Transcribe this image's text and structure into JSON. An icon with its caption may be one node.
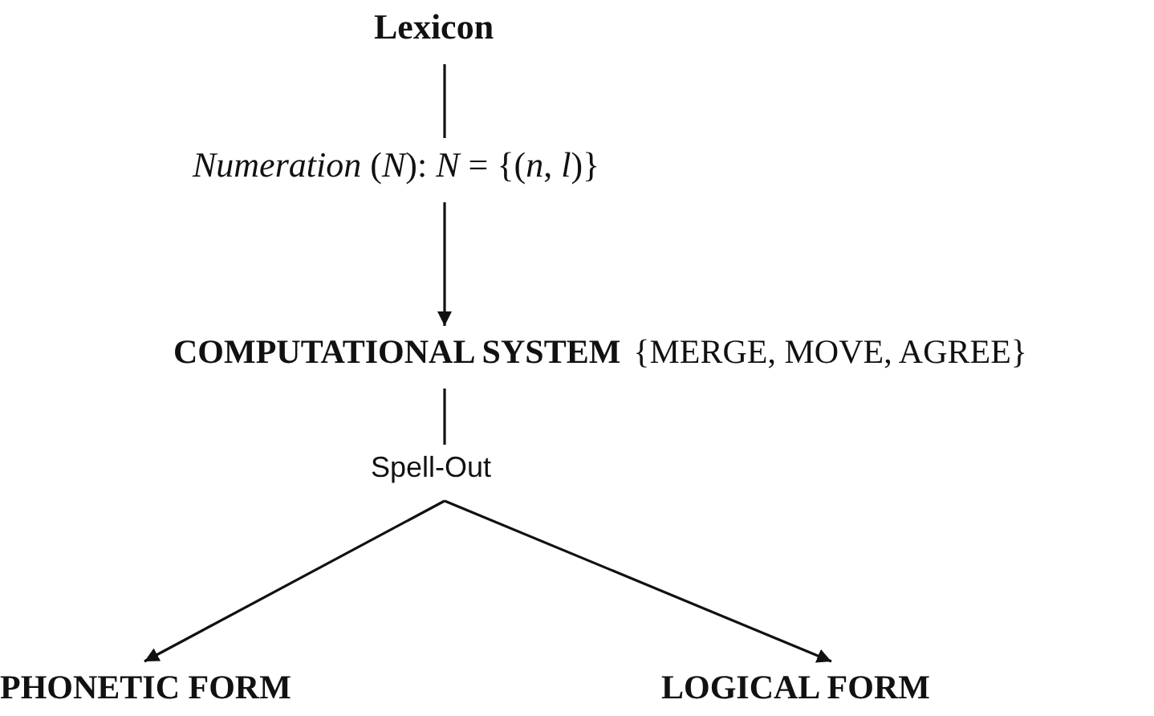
{
  "diagram": {
    "nodes": [
      {
        "text": [
          "Lexicon"
        ]
      },
      {
        "text": [
          "*Numeration* (*N*): *N* = {(*n*, *l*)}"
        ]
      },
      {
        "text": [
          "COMPUTATIONAL SYSTEM"
        ],
        "beside": [
          "{MERGE, MOVE, AGREE}"
        ]
      },
      {
        "text": [
          "Spell-Out"
        ]
      },
      {
        "text": [
          "PHONETIC FORM"
        ]
      },
      {
        "text": [
          "LOGICAL FORM"
        ]
      }
    ],
    "edges": [
      {
        "from": 0,
        "to": 1,
        "arrow": "none"
      },
      {
        "from": 1,
        "to": 2,
        "arrow": "to"
      },
      {
        "from": 2,
        "to": 3,
        "arrow": "none"
      },
      {
        "from": 3,
        "to": 4,
        "arrow": "to"
      },
      {
        "from": 3,
        "to": 5,
        "arrow": "to"
      }
    ]
  }
}
